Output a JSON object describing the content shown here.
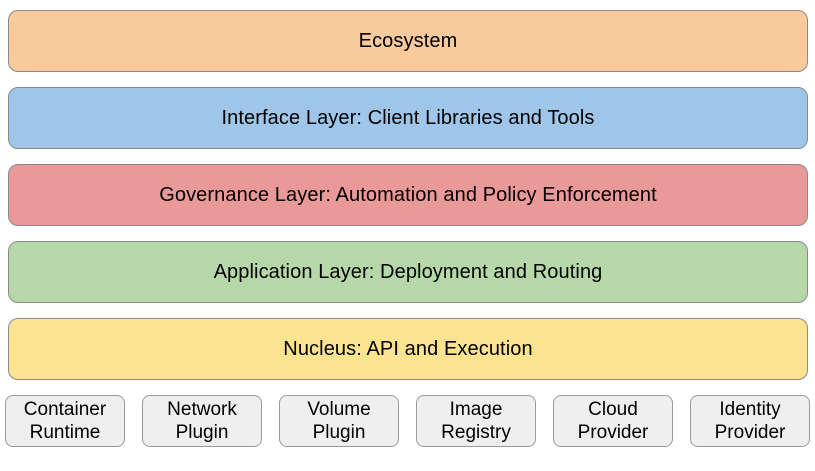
{
  "diagram": {
    "layers": [
      {
        "label": "Ecosystem",
        "fill": "#F9CB9C"
      },
      {
        "label": "Interface Layer: Client Libraries and Tools",
        "fill": "#9FC5E8"
      },
      {
        "label": "Governance Layer: Automation and Policy Enforcement",
        "fill": "#EA9999"
      },
      {
        "label": "Application Layer: Deployment and Routing",
        "fill": "#B6D7A8"
      },
      {
        "label": "Nucleus: API and Execution",
        "fill": "#FBE390"
      }
    ],
    "plugins": [
      {
        "label": "Container Runtime"
      },
      {
        "label": "Network Plugin"
      },
      {
        "label": "Volume Plugin"
      },
      {
        "label": "Image Registry"
      },
      {
        "label": "Cloud Provider"
      },
      {
        "label": "Identity Provider"
      }
    ],
    "colors": {
      "layer_border": "#8a8a8a",
      "plugin_fill": "#efefef",
      "plugin_border": "#999999",
      "text": "#000000",
      "background": "#ffffff"
    }
  }
}
